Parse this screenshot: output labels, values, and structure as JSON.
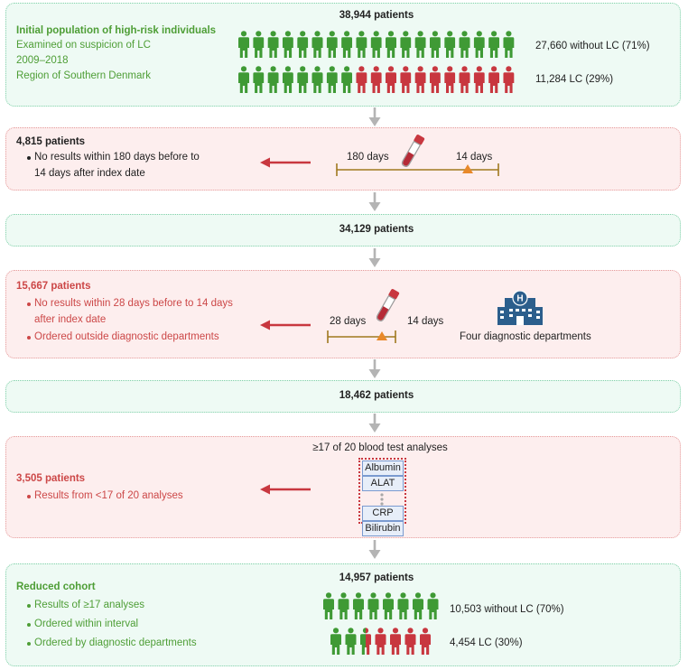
{
  "initial": {
    "total": "38,944 patients",
    "title": "Initial population of high-risk individuals",
    "lines": [
      "Examined on suspicion of LC",
      "2009–2018",
      "Region of Southern Denmark"
    ],
    "without_lc": "27,660 without LC (71%)",
    "lc": "11,284 LC (29%)"
  },
  "exclusion1": {
    "count": "4,815 patients",
    "line1": "No results within 180 days before to",
    "line2": "14 days after index date",
    "before_label": "180 days",
    "after_label": "14 days"
  },
  "step2": {
    "total": "34,129 patients"
  },
  "exclusion2": {
    "count": "15,667 patients",
    "bullet1_line1": "No results within 28 days before to 14 days",
    "bullet1_line2": "after index date",
    "bullet2": "Ordered outside diagnostic departments",
    "before_label": "28 days",
    "after_label": "14 days",
    "hospital_label": "Four diagnostic departments"
  },
  "step3": {
    "total": "18,462 patients"
  },
  "exclusion3": {
    "header": "≥17 of 20 blood test analyses",
    "count": "3,505 patients",
    "bullet": "Results from <17 of 20 analyses",
    "analyses": [
      "Albumin",
      "ALAT",
      "CRP",
      "Bilirubin"
    ]
  },
  "final": {
    "total": "14,957 patients",
    "title": "Reduced cohort",
    "bullets": [
      "Results of ≥17 analyses",
      "Ordered within interval",
      "Ordered by diagnostic departments"
    ],
    "without_lc": "10,503 without LC (70%)",
    "lc": "4,454 LC (30%)"
  },
  "colors": {
    "green_text": "#4e9e36",
    "red_text": "#cc4747",
    "person_green": "#3f9a35",
    "person_red": "#c8373f",
    "timeline": "#a0781e",
    "index_marker": "#e8892a",
    "connector": "#b4b4b4"
  },
  "icons": [
    "person-icon",
    "blood-tube-icon",
    "hospital-icon",
    "dots-icon"
  ],
  "people_rows": {
    "initial_row1": {
      "green": 19,
      "red": 0
    },
    "initial_row2": {
      "green": 8,
      "red": 11
    },
    "final_row1": {
      "green": 8,
      "red": 0
    },
    "final_row2": {
      "green": 2.5,
      "red": 4.5
    }
  }
}
